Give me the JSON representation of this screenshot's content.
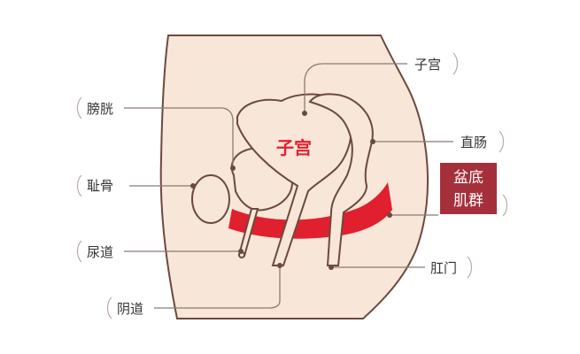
{
  "labels": {
    "uterus_callout": "子宫",
    "uterus_center": "子宫",
    "bladder": "膀胱",
    "pubic_bone": "耻骨",
    "urethra": "尿道",
    "vagina": "阴道",
    "rectum": "直肠",
    "anus": "肛门",
    "pelvic_floor_line1": "盆底",
    "pelvic_floor_line2": "肌群"
  },
  "colors": {
    "skin": "#f8e6d8",
    "outline": "#6b4a3e",
    "muscle": "#e0202f",
    "highlight_box": "#a52f3a",
    "uterus_text": "#e0202f",
    "label_text": "#333333",
    "leader": "#8a7a74"
  }
}
